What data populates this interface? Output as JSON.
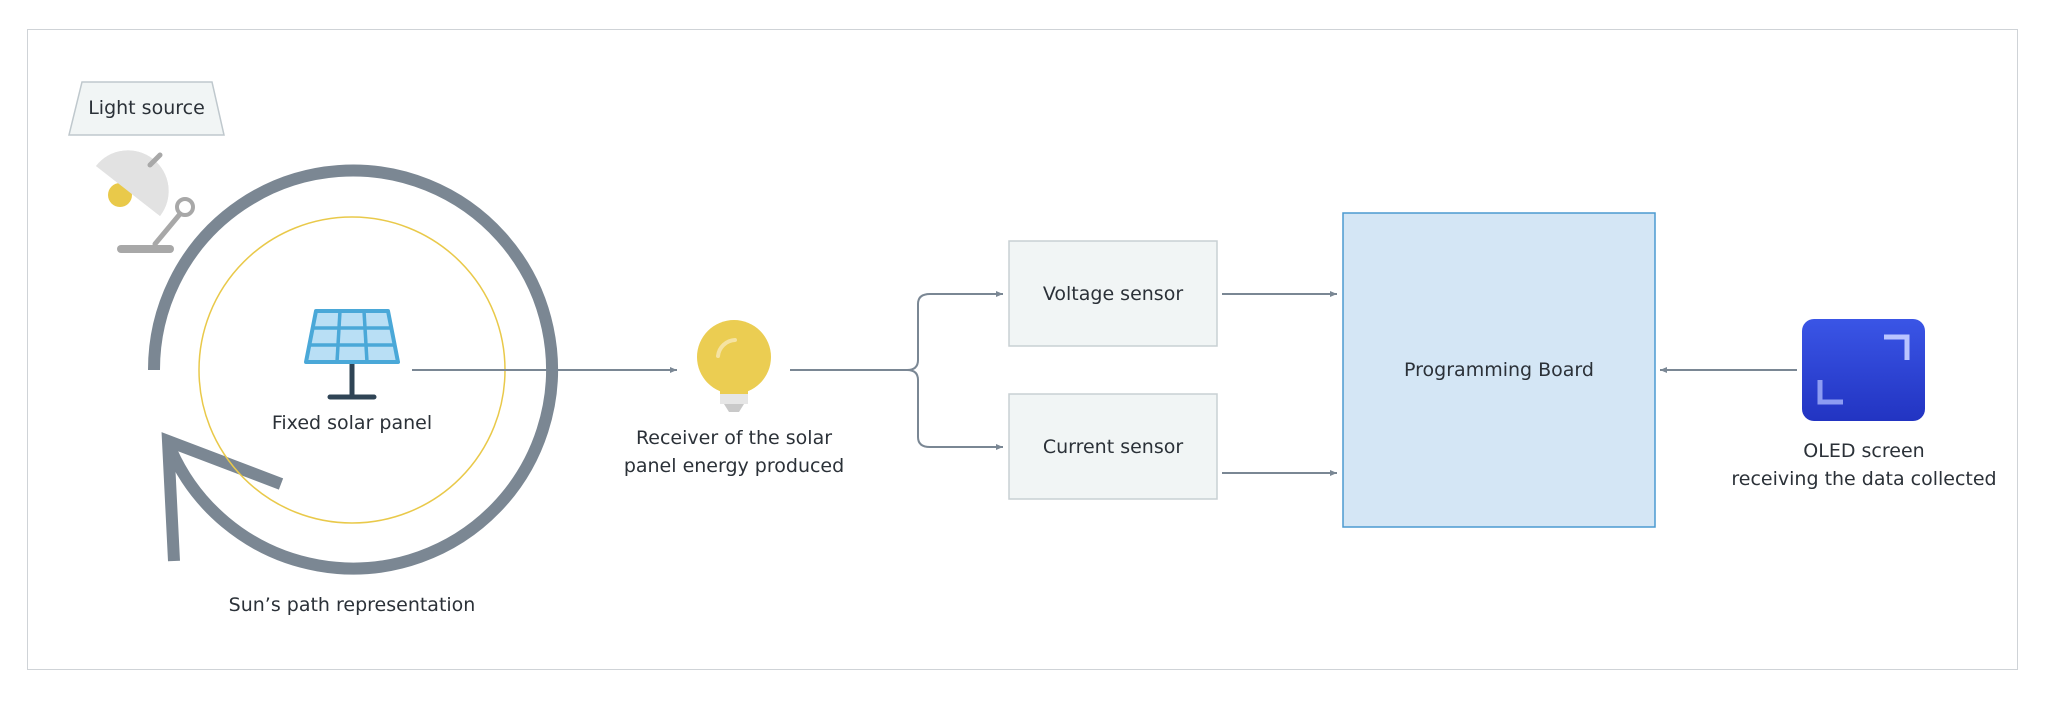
{
  "light_source": {
    "label": "Light source"
  },
  "solar_panel": {
    "label": "Fixed solar panel"
  },
  "sun_path": {
    "label": "Sun’s path representation"
  },
  "receiver": {
    "line1": "Receiver of the solar",
    "line2": "panel energy produced"
  },
  "voltage_sensor": {
    "label": "Voltage sensor"
  },
  "current_sensor": {
    "label": "Current sensor"
  },
  "programming_board": {
    "label": "Programming Board"
  },
  "oled_screen": {
    "line1": "OLED screen",
    "line2": "receiving the data collected"
  },
  "colors": {
    "connector": "#7a8794",
    "sun_arc": "#7b8793",
    "inner_circle": "#e9c94a",
    "sensor_fill": "#f1f5f5",
    "board_fill": "#d4e6f5",
    "board_stroke": "#4b9ad0",
    "bulb": "#ebcd52",
    "panel_blue": "#4aa8d8",
    "oled_blue": "#2d45d8"
  }
}
